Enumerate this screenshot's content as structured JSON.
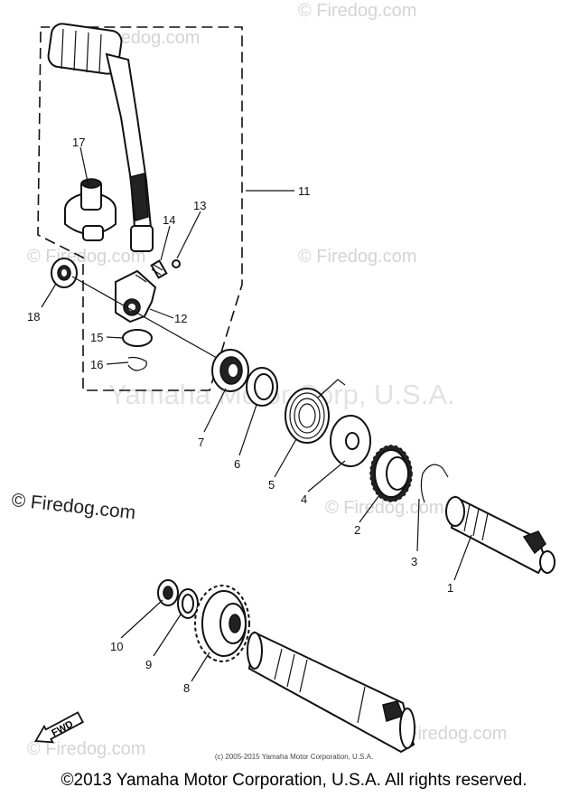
{
  "watermarks": {
    "firedog": "© Firedog.com",
    "yamaha": "Yamaha Motor Corp, U.S.A."
  },
  "callouts": {
    "p1": "1",
    "p2": "2",
    "p3": "3",
    "p4": "4",
    "p5": "5",
    "p6": "6",
    "p7": "7",
    "p8": "8",
    "p9": "9",
    "p10": "10",
    "p11": "11",
    "p12": "12",
    "p13": "13",
    "p14": "14",
    "p15": "15",
    "p16": "16",
    "p17": "17",
    "p18": "18"
  },
  "fwd_label": "FWD",
  "small_copyright": "(c) 2005-2015 Yamaha Motor Corporation, U.S.A.",
  "copyright": "©2013 Yamaha Motor Corporation, U.S.A. All rights reserved."
}
